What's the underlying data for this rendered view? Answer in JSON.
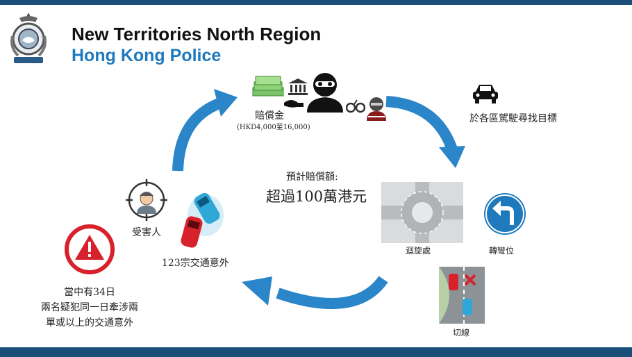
{
  "header": {
    "title_line1": "New Territories North Region",
    "title_line2": "Hong Kong Police"
  },
  "colors": {
    "brand_blue": "#1f79bd",
    "arrow_blue": "#2a86c9",
    "alert_red": "#d8222b",
    "bar_navy": "#1b4f7a"
  },
  "icons": [
    "police-crest-icon",
    "money-stack-icon",
    "bank-icon",
    "robber-icon",
    "handcuffs-icon",
    "car-icon",
    "victim-icon",
    "crashed-cars-icon",
    "warning-icon",
    "roundabout-photo",
    "turn-left-sign-icon",
    "lane-change-icon"
  ],
  "diagram": {
    "compensation_label": "賠償金",
    "compensation_range": "(HKD4,000至16,000)",
    "search_targets": "於各區駕駛尋找目標",
    "expected_label": "預計賠償額:",
    "expected_amount": "超過100萬港元",
    "victim_label": "受害人",
    "accidents_label": "123宗交通意外",
    "warning_line1": "當中有34日",
    "warning_line2": "兩名疑犯同一日牽涉兩",
    "warning_line3": "單或以上的交通意外",
    "roundabout_label": "迴旋處",
    "turn_label": "轉彎位",
    "lane_change_label": "切線"
  }
}
